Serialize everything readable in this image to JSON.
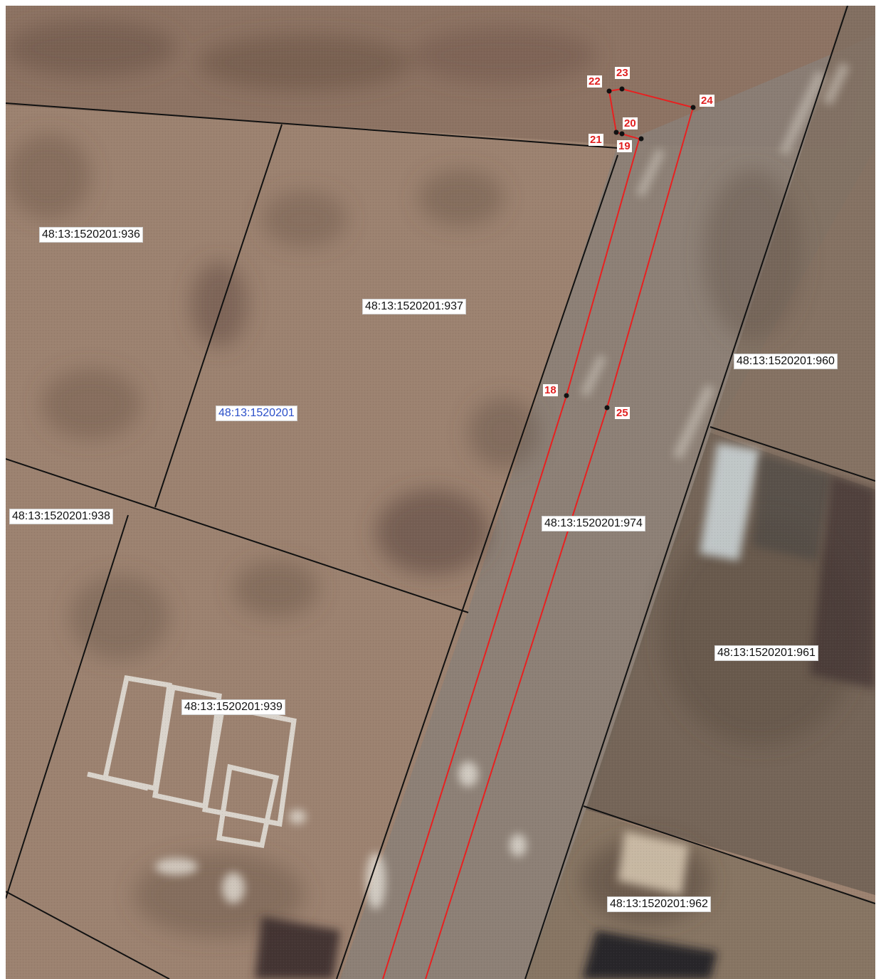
{
  "map": {
    "parcels": [
      {
        "id": "p936",
        "label": "48:13:1520201:936"
      },
      {
        "id": "p937",
        "label": "48:13:1520201:937"
      },
      {
        "id": "quarter",
        "label": "48:13:1520201"
      },
      {
        "id": "p938",
        "label": "48:13:1520201:938"
      },
      {
        "id": "p939",
        "label": "48:13:1520201:939"
      },
      {
        "id": "p960",
        "label": "48:13:1520201:960"
      },
      {
        "id": "p974",
        "label": "48:13:1520201:974"
      },
      {
        "id": "p961",
        "label": "48:13:1520201:961"
      },
      {
        "id": "p962",
        "label": "48:13:1520201:962"
      }
    ],
    "points": [
      {
        "id": "pt18",
        "label": "18"
      },
      {
        "id": "pt19",
        "label": "19"
      },
      {
        "id": "pt20",
        "label": "20"
      },
      {
        "id": "pt21",
        "label": "21"
      },
      {
        "id": "pt22",
        "label": "22"
      },
      {
        "id": "pt23",
        "label": "23"
      },
      {
        "id": "pt24",
        "label": "24"
      },
      {
        "id": "pt25",
        "label": "25"
      }
    ],
    "colors": {
      "boundary": "#111111",
      "designed_boundary": "#e82020",
      "point_label_text": "#e02020",
      "quarter_label_text": "#2a4fc9"
    }
  }
}
